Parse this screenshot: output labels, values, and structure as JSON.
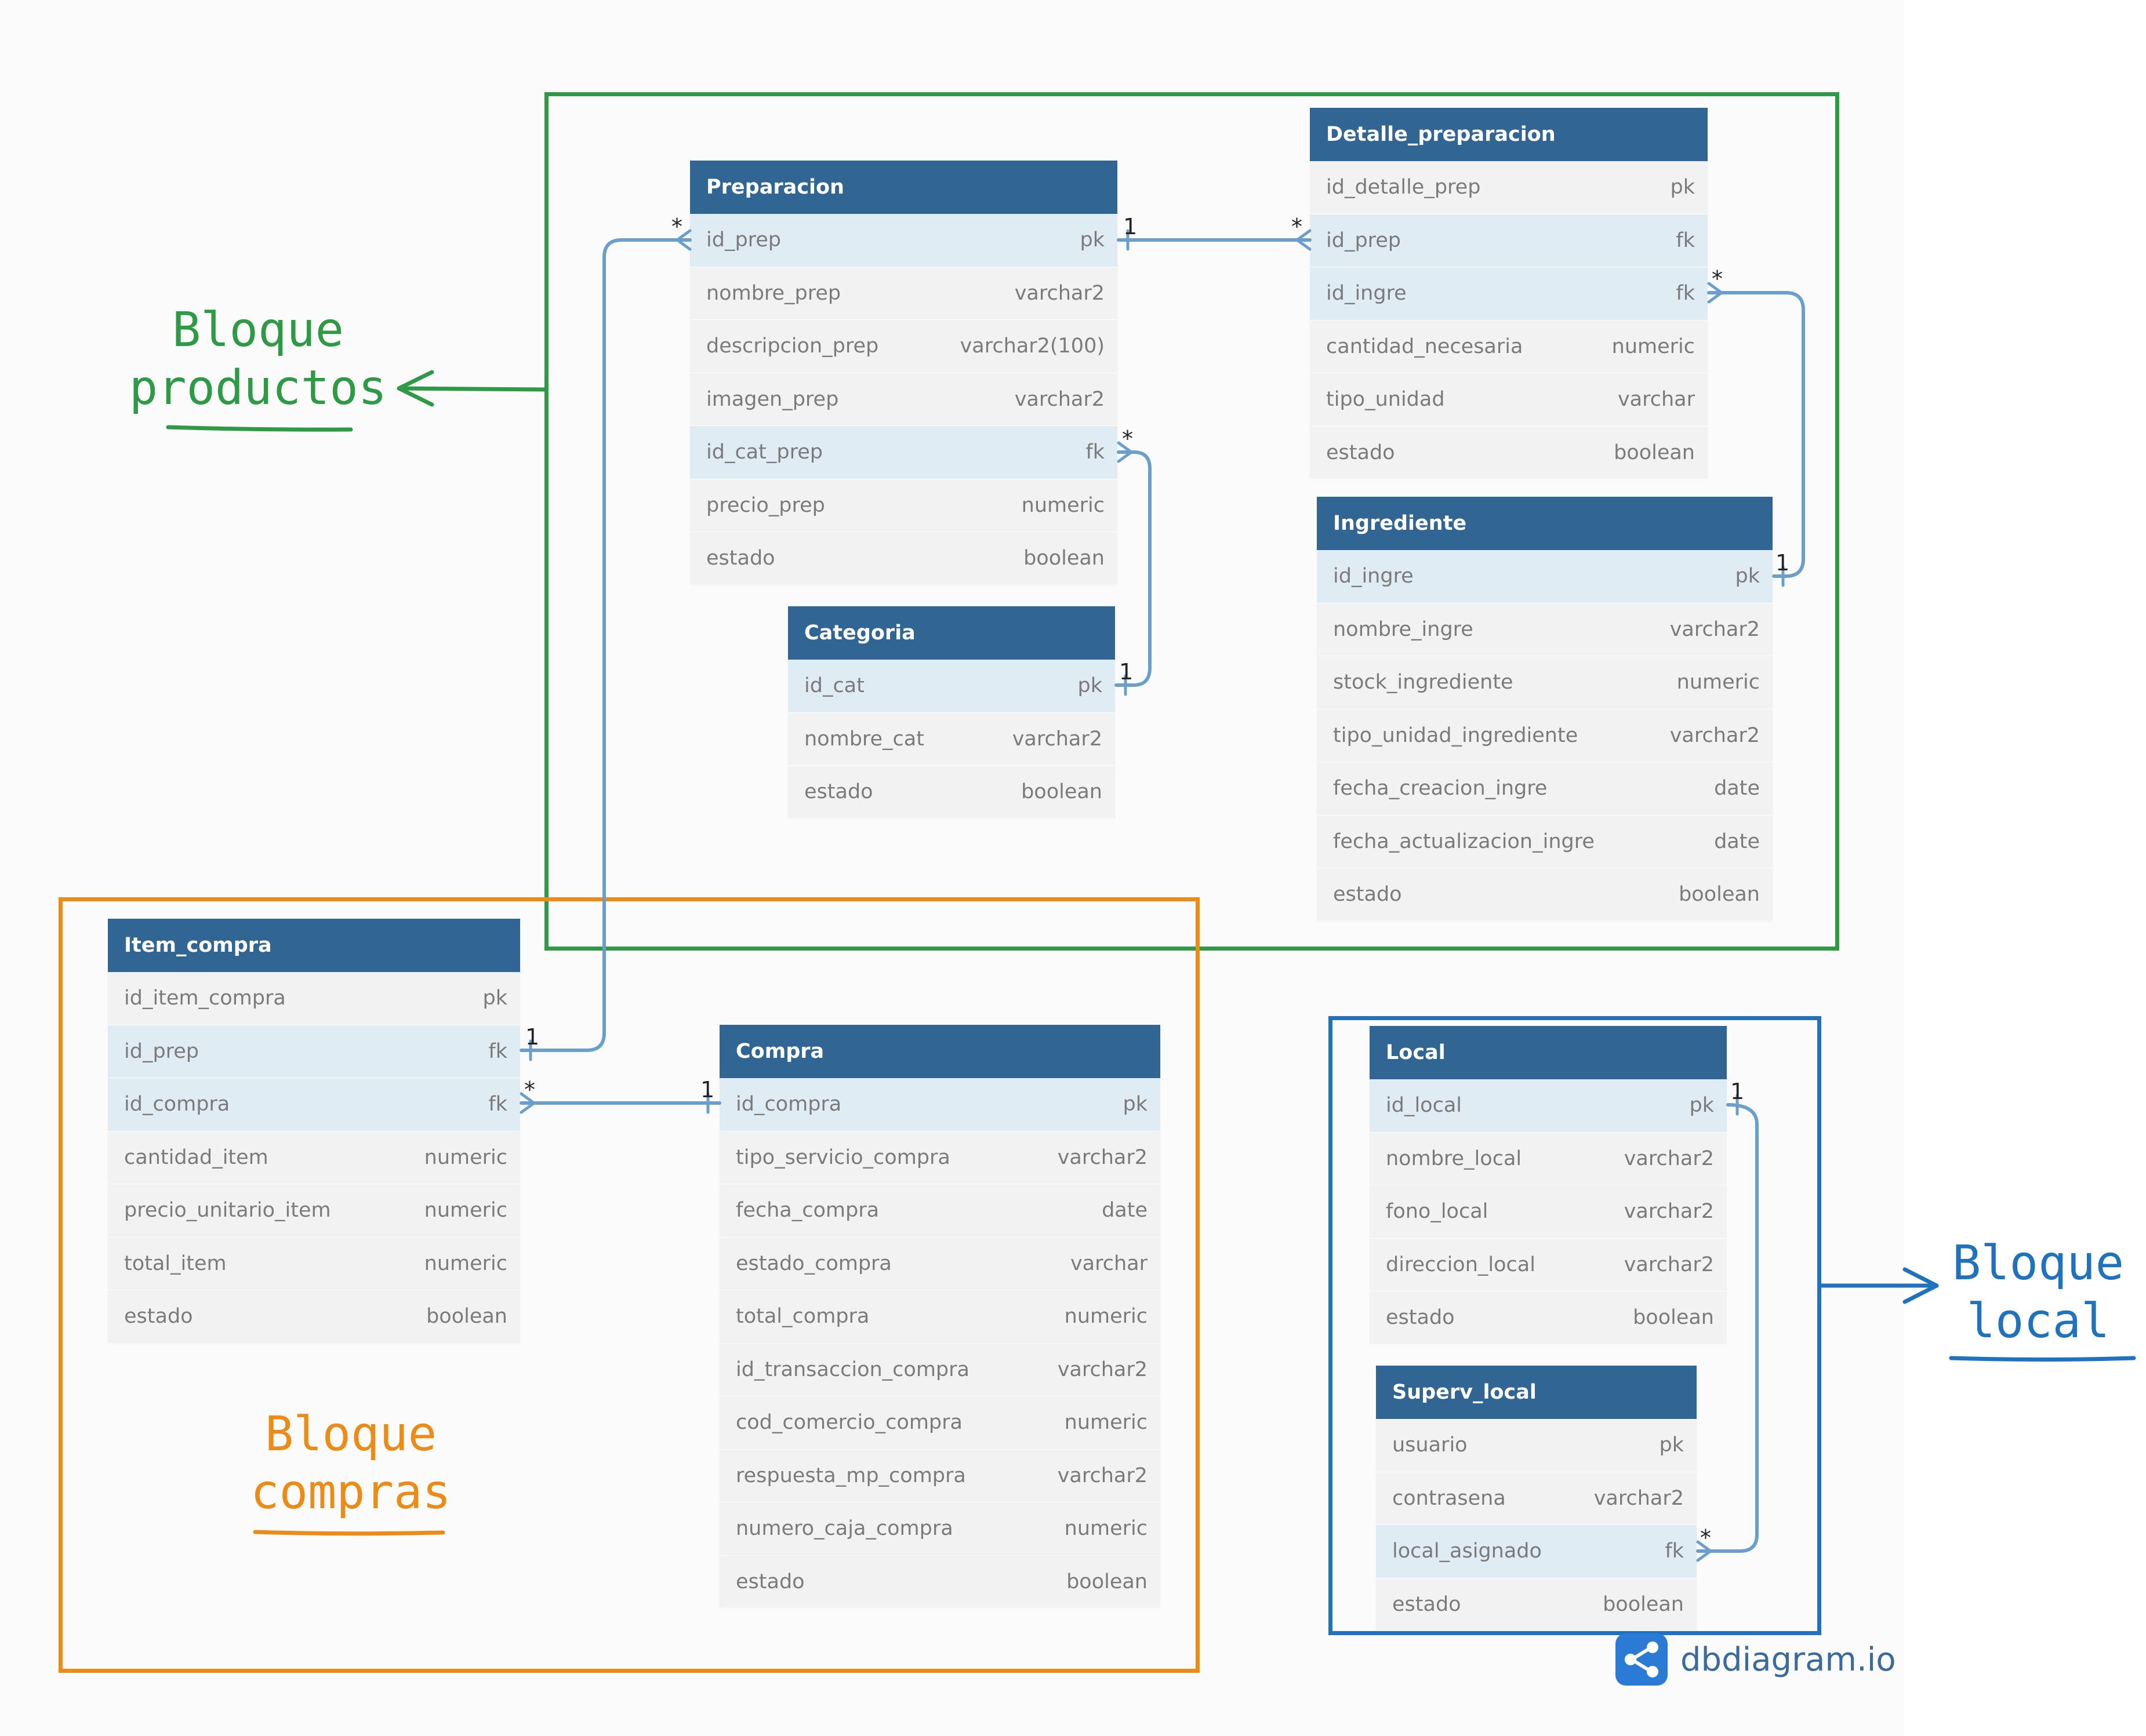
{
  "blocks": {
    "productos": {
      "label_line1": "Bloque",
      "label_line2": "productos",
      "color": "#2e9a45"
    },
    "compras": {
      "label_line1": "Bloque",
      "label_line2": "compras",
      "color": "#ec8c16"
    },
    "local": {
      "label_line1": "Bloque",
      "label_line2": "local",
      "color": "#1f72bd"
    }
  },
  "tables": {
    "preparacion": {
      "name": "Preparacion",
      "fields": [
        {
          "name": "id_prep",
          "type": "pk"
        },
        {
          "name": "nombre_prep",
          "type": "varchar2"
        },
        {
          "name": "descripcion_prep",
          "type": "varchar2(100)"
        },
        {
          "name": "imagen_prep",
          "type": "varchar2"
        },
        {
          "name": "id_cat_prep",
          "type": "fk"
        },
        {
          "name": "precio_prep",
          "type": "numeric"
        },
        {
          "name": "estado",
          "type": "boolean"
        }
      ]
    },
    "detalle_preparacion": {
      "name": "Detalle_preparacion",
      "fields": [
        {
          "name": "id_detalle_prep",
          "type": "pk"
        },
        {
          "name": "id_prep",
          "type": "fk"
        },
        {
          "name": "id_ingre",
          "type": "fk"
        },
        {
          "name": "cantidad_necesaria",
          "type": "numeric"
        },
        {
          "name": "tipo_unidad",
          "type": "varchar"
        },
        {
          "name": "estado",
          "type": "boolean"
        }
      ]
    },
    "categoria": {
      "name": "Categoria",
      "fields": [
        {
          "name": "id_cat",
          "type": "pk"
        },
        {
          "name": "nombre_cat",
          "type": "varchar2"
        },
        {
          "name": "estado",
          "type": "boolean"
        }
      ]
    },
    "ingrediente": {
      "name": "Ingrediente",
      "fields": [
        {
          "name": "id_ingre",
          "type": "pk"
        },
        {
          "name": "nombre_ingre",
          "type": "varchar2"
        },
        {
          "name": "stock_ingrediente",
          "type": "numeric"
        },
        {
          "name": "tipo_unidad_ingrediente",
          "type": "varchar2"
        },
        {
          "name": "fecha_creacion_ingre",
          "type": "date"
        },
        {
          "name": "fecha_actualizacion_ingre",
          "type": "date"
        },
        {
          "name": "estado",
          "type": "boolean"
        }
      ]
    },
    "item_compra": {
      "name": "Item_compra",
      "fields": [
        {
          "name": "id_item_compra",
          "type": "pk"
        },
        {
          "name": "id_prep",
          "type": "fk"
        },
        {
          "name": "id_compra",
          "type": "fk"
        },
        {
          "name": "cantidad_item",
          "type": "numeric"
        },
        {
          "name": "precio_unitario_item",
          "type": "numeric"
        },
        {
          "name": "total_item",
          "type": "numeric"
        },
        {
          "name": "estado",
          "type": "boolean"
        }
      ]
    },
    "compra": {
      "name": "Compra",
      "fields": [
        {
          "name": "id_compra",
          "type": "pk"
        },
        {
          "name": "tipo_servicio_compra",
          "type": "varchar2"
        },
        {
          "name": "fecha_compra",
          "type": "date"
        },
        {
          "name": "estado_compra",
          "type": "varchar"
        },
        {
          "name": "total_compra",
          "type": "numeric"
        },
        {
          "name": "id_transaccion_compra",
          "type": "varchar2"
        },
        {
          "name": "cod_comercio_compra",
          "type": "numeric"
        },
        {
          "name": "respuesta_mp_compra",
          "type": "varchar2"
        },
        {
          "name": "numero_caja_compra",
          "type": "numeric"
        },
        {
          "name": "estado",
          "type": "boolean"
        }
      ]
    },
    "local": {
      "name": "Local",
      "fields": [
        {
          "name": "id_local",
          "type": "pk"
        },
        {
          "name": "nombre_local",
          "type": "varchar2"
        },
        {
          "name": "fono_local",
          "type": "varchar2"
        },
        {
          "name": "direccion_local",
          "type": "varchar2"
        },
        {
          "name": "estado",
          "type": "boolean"
        }
      ]
    },
    "superv_local": {
      "name": "Superv_local",
      "fields": [
        {
          "name": "usuario",
          "type": "pk"
        },
        {
          "name": "contrasena",
          "type": "varchar2"
        },
        {
          "name": "local_asignado",
          "type": "fk"
        },
        {
          "name": "estado",
          "type": "boolean"
        }
      ]
    }
  },
  "relations": [
    {
      "from": "preparacion.id_prep",
      "to": "detalle_preparacion.id_prep",
      "from_card": "1",
      "to_card": "*"
    },
    {
      "from": "ingrediente.id_ingre",
      "to": "detalle_preparacion.id_ingre",
      "from_card": "1",
      "to_card": "*"
    },
    {
      "from": "categoria.id_cat",
      "to": "preparacion.id_cat_prep",
      "from_card": "1",
      "to_card": "*"
    },
    {
      "from": "item_compra.id_prep",
      "to": "preparacion.id_prep",
      "from_card": "1",
      "to_card": "*"
    },
    {
      "from": "compra.id_compra",
      "to": "item_compra.id_compra",
      "from_card": "1",
      "to_card": "*"
    },
    {
      "from": "local.id_local",
      "to": "superv_local.local_asignado",
      "from_card": "1",
      "to_card": "*"
    }
  ],
  "brand": {
    "name": "dbdiagram",
    "suffix": ".io"
  },
  "colors": {
    "header": "#316593",
    "relation": "#6a9fcd",
    "row": "#f2f2f2",
    "row_highlight": "#dfecf4"
  }
}
